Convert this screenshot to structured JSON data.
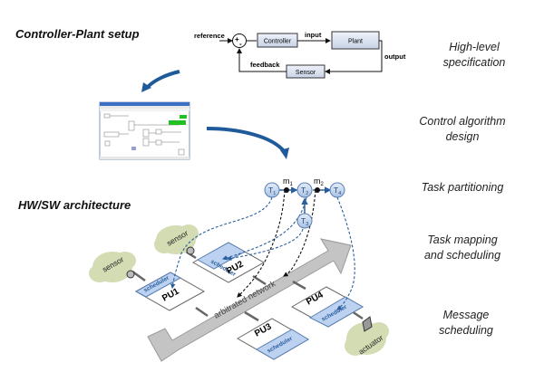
{
  "titles": {
    "controller_plant": "Controller-Plant setup",
    "hwsw": "HW/SW architecture"
  },
  "stages": [
    {
      "line1": "High-level",
      "line2": "specification"
    },
    {
      "line1": "Control algorithm",
      "line2": "design"
    },
    {
      "line1": "Task partitioning",
      "line2": ""
    },
    {
      "line1": "Task mapping",
      "line2": "and scheduling"
    },
    {
      "line1": "Message",
      "line2": "scheduling"
    }
  ],
  "block_diagram": {
    "reference": "reference",
    "sum_plus": "+",
    "sum_minus": "-",
    "controller": "Controller",
    "input": "input",
    "plant": "Plant",
    "output": "output",
    "feedback": "feedback",
    "sensor": "Sensor"
  },
  "tasks": {
    "t1": "T",
    "t1_sub": "1",
    "t2": "T",
    "t2_sub": "2",
    "t3": "T",
    "t3_sub": "3",
    "t4": "T",
    "t4_sub": "4",
    "m1": "m",
    "m1_sub": "1",
    "m2": "m",
    "m2_sub": "2"
  },
  "architecture": {
    "network": "arbitrated network",
    "pu1": "PU1",
    "pu2": "PU2",
    "pu3": "PU3",
    "pu4": "PU4",
    "scheduler": "scheduler",
    "sensor": "sensor",
    "actuator": "actuator"
  },
  "colors": {
    "arrow_blue": "#1f5a9a",
    "task_fill": "#c9d9ef",
    "task_stroke": "#5a7fb5",
    "scheduler_fill": "#bcd2f0",
    "cloud": "#d4dcb4",
    "network": "#c4c4c4"
  }
}
